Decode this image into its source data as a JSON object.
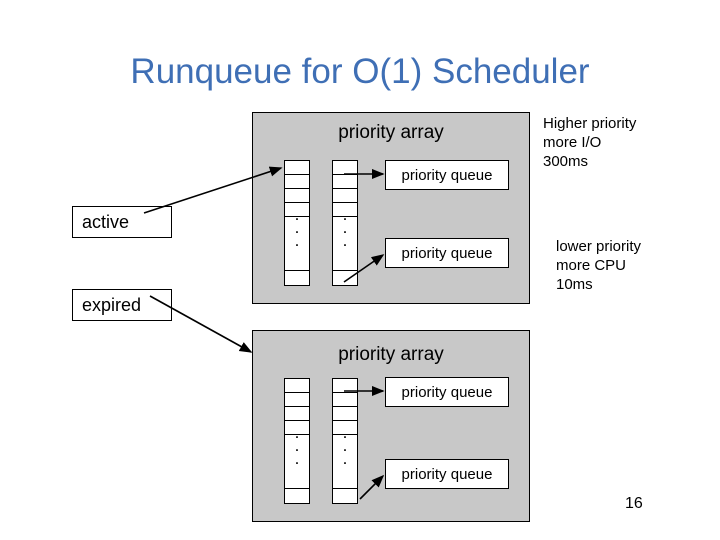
{
  "slide": {
    "title": "Runqueue for O(1) Scheduler",
    "page_number": "16"
  },
  "panels": [
    {
      "label": "priority array"
    },
    {
      "label": "priority array"
    }
  ],
  "queues": [
    {
      "label": "priority queue"
    },
    {
      "label": "priority queue"
    },
    {
      "label": "priority queue"
    },
    {
      "label": "priority queue"
    }
  ],
  "left_boxes": [
    {
      "label": "active"
    },
    {
      "label": "expired"
    }
  ],
  "notes": [
    {
      "line1": "Higher priority",
      "line2": "more I/O",
      "line3": "300ms"
    },
    {
      "line1": "lower priority",
      "line2": "more CPU",
      "line3": "10ms"
    }
  ],
  "dots": {
    "glyph": "."
  },
  "colors": {
    "title": "#3f6fb5",
    "panel": "#c8c8c8",
    "outline": "#000000",
    "box_fill": "#ffffff"
  }
}
